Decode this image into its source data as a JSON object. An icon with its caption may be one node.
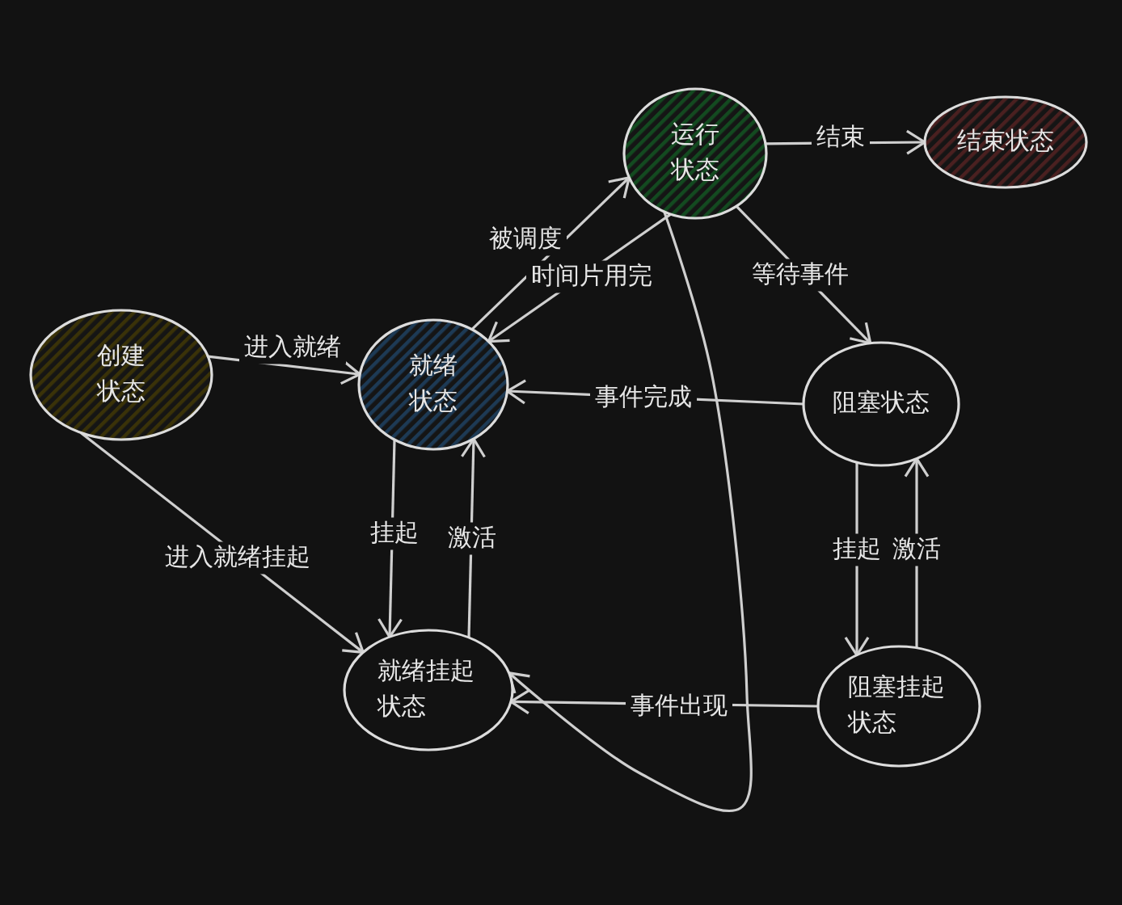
{
  "diagram": {
    "nodes": [
      {
        "text": [
          "创建状态"
        ]
      },
      {
        "text": [
          "就绪状态"
        ]
      },
      {
        "text": [
          "运行状态"
        ]
      },
      {
        "text": [
          "结束状态"
        ]
      },
      {
        "text": [
          "阻塞状态"
        ]
      },
      {
        "text": [
          "就绪挂起状态"
        ]
      },
      {
        "text": [
          "阻塞挂起状态"
        ]
      }
    ],
    "edges": [
      {
        "from": 0,
        "to": 1,
        "arrow": "to",
        "label": "进入就绪"
      },
      {
        "from": 1,
        "to": 2,
        "arrow": "to",
        "label": "被调度"
      },
      {
        "from": 2,
        "to": 1,
        "arrow": "to",
        "label": "时间片用完"
      },
      {
        "from": 2,
        "to": 3,
        "arrow": "to",
        "label": "结束"
      },
      {
        "from": 2,
        "to": 4,
        "arrow": "to",
        "label": "等待事件"
      },
      {
        "from": 4,
        "to": 1,
        "arrow": "to",
        "label": "事件完成"
      },
      {
        "from": 0,
        "to": 5,
        "arrow": "to",
        "label": "进入就绪挂起"
      },
      {
        "from": 1,
        "to": 5,
        "arrow": "to",
        "label": "挂起"
      },
      {
        "from": 5,
        "to": 1,
        "arrow": "to",
        "label": "激活"
      },
      {
        "from": 4,
        "to": 6,
        "arrow": "to",
        "label": "挂起"
      },
      {
        "from": 6,
        "to": 4,
        "arrow": "to",
        "label": "激活"
      },
      {
        "from": 6,
        "to": 5,
        "arrow": "to",
        "label": "事件出现"
      },
      {
        "from": 2,
        "to": 5,
        "arrow": "to"
      }
    ]
  }
}
